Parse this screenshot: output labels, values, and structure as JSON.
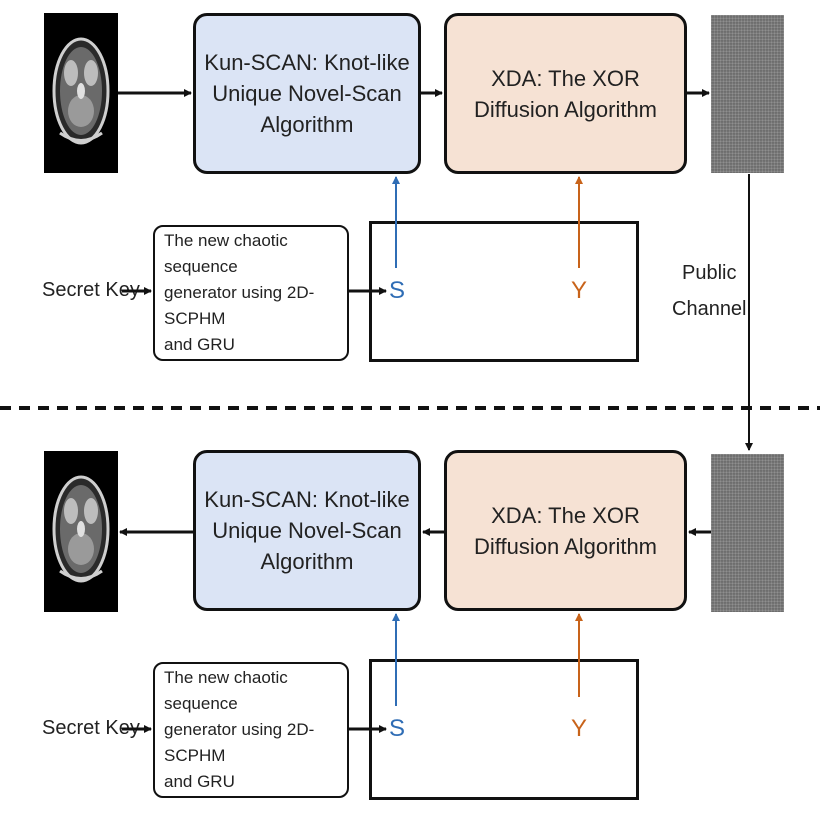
{
  "encrypt": {
    "scan_box": [
      "Kun-SCAN: Knot-like",
      "Unique Novel-Scan",
      "Algorithm"
    ],
    "xda_box": [
      "XDA: The XOR",
      "Diffusion Algorithm"
    ],
    "generator_box": [
      "The new chaotic sequence",
      "generator using 2D-SCPHM",
      "and GRU"
    ],
    "secret_key": "Secret Key",
    "seq_s": "S",
    "seq_y": "Y"
  },
  "channel": {
    "label_line1": "Public",
    "label_line2": "Channel"
  },
  "decrypt": {
    "scan_box": [
      "Kun-SCAN: Knot-like",
      "Unique Novel-Scan",
      "Algorithm"
    ],
    "xda_box": [
      "XDA: The XOR",
      "Diffusion Algorithm"
    ],
    "generator_box": [
      "The new chaotic sequence",
      "generator using 2D-SCPHM",
      "and GRU"
    ],
    "secret_key": "Secret Key",
    "seq_s": "S",
    "seq_y": "Y"
  },
  "colors": {
    "scan_fill": "#dbe4f5",
    "xda_fill": "#f6e2d4",
    "s_arrow": "#2f6db5",
    "y_arrow": "#c8631a"
  }
}
